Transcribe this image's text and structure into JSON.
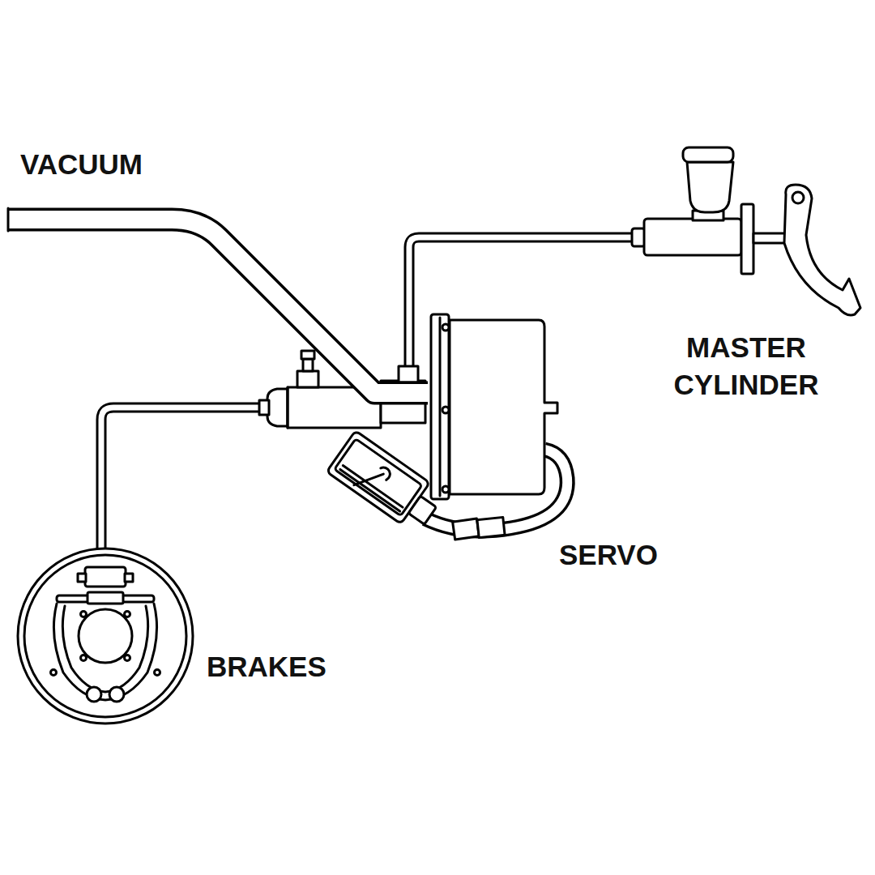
{
  "diagram": {
    "labels": [
      "VACUUM",
      "MASTER CYLINDER",
      "SERVO",
      "BRAKES"
    ]
  }
}
